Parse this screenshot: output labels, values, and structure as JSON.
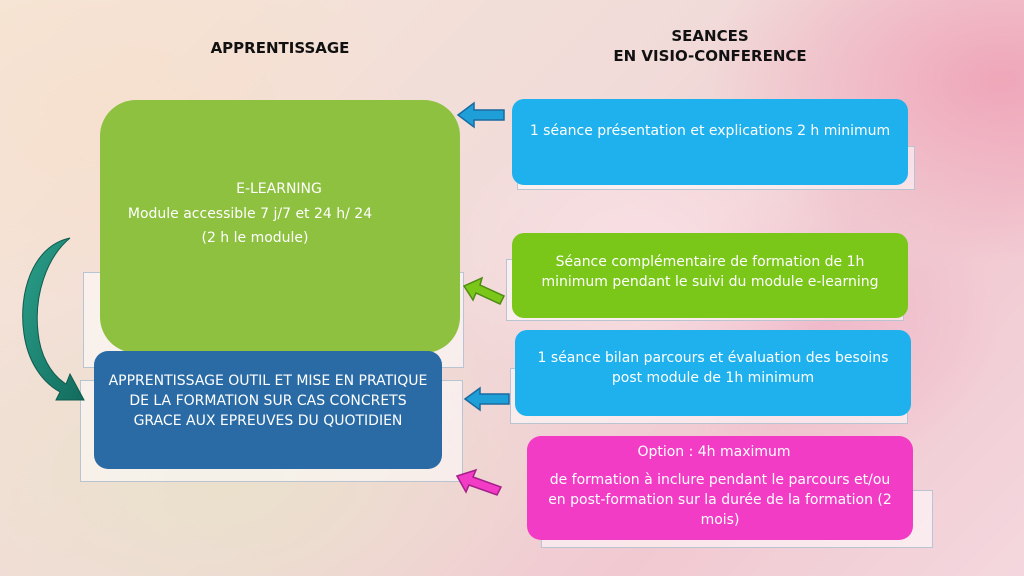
{
  "headings": {
    "apprentissage": "APPRENTISSAGE",
    "seances_line1": "SEANCES",
    "seances_line2": "EN VISIO-CONFERENCE"
  },
  "elearning": {
    "title": "E-LEARNING",
    "line1": "Module accessible 7 j/7 et 24 h/ 24",
    "line2": "(2 h le module)"
  },
  "practice": {
    "line1": "APPRENTISSAGE OUTIL ET MISE EN PRATIQUE",
    "line2": "DE LA FORMATION SUR CAS CONCRETS",
    "line3": "GRACE AUX EPREUVES DU QUOTIDIEN"
  },
  "sessions": {
    "presentation": "1 séance présentation et explications 2 h minimum",
    "complement_line1": "Séance complémentaire de formation de 1h",
    "complement_line2": "minimum pendant le suivi du module e-learning",
    "bilan_line1": "1 séance bilan parcours et évaluation des besoins",
    "bilan_line2": "post module de 1h minimum",
    "option_title": "Option : 4h maximum",
    "option_line1": "de formation à inclure pendant le parcours et/ou",
    "option_line2": "en post-formation sur la durée de la formation (2",
    "option_line3": "mois)"
  },
  "colors": {
    "green": "#8dc13f",
    "blue_dark": "#2a6ba5",
    "cyan": "#1eb1ed",
    "lime": "#7ac71a",
    "magenta": "#f23cc6",
    "teal_arrow": "#1c8c78"
  },
  "icons": {
    "arrow_to_elearning": "arrow-left-icon",
    "arrow_to_complement": "arrow-up-left-icon",
    "arrow_to_practice": "arrow-left-icon",
    "arrow_to_option": "arrow-up-left-icon",
    "curved_arrow": "curved-arrow-icon"
  }
}
